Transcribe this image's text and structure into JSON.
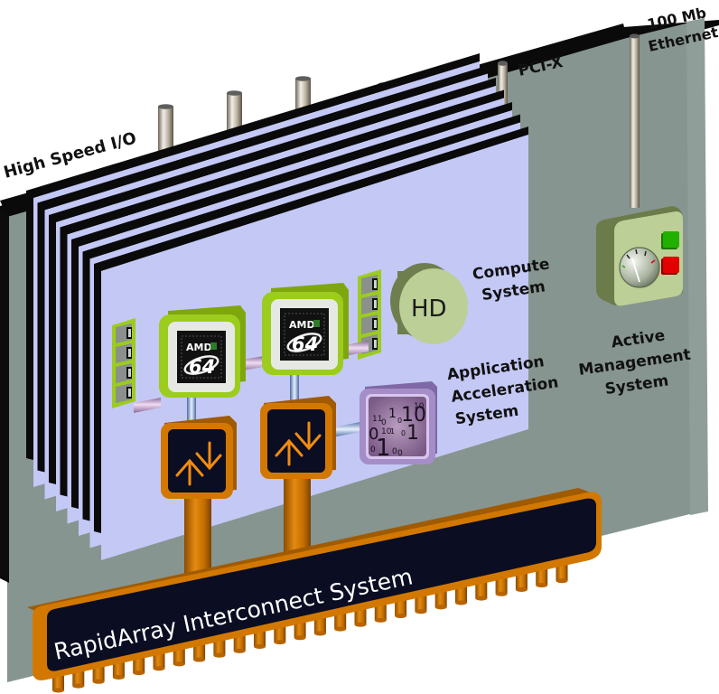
{
  "diagram": {
    "title": "Compute blade architecture",
    "labels": {
      "high_speed_io": "High Speed I/O",
      "pci_x": "PCI-X",
      "ethernet_line1": "100 Mb",
      "ethernet_line2": "Ethernet",
      "compute_line1": "Compute",
      "compute_line2": "System",
      "accel_line1": "Application",
      "accel_line2": "Acceleration",
      "accel_line3": "System",
      "mgmt_line1": "Active",
      "mgmt_line2": "Management",
      "mgmt_line3": "System",
      "interconnect": "RapidArray Interconnect System",
      "hd": "HD",
      "amd_brand": "AMD",
      "amd_64": "64"
    },
    "components": {
      "high_speed_io_ports": 3,
      "pci_x_ports": 4,
      "ethernet_ports": 1,
      "blade_layers": 7,
      "processors": 2,
      "memory_banks": 2,
      "memory_slots_per_bank": 4,
      "router_chips": 2,
      "interconnect_pins": 26
    },
    "binary_glyphs": [
      "11",
      "0",
      "1",
      "0",
      "10",
      "10",
      "0",
      "10",
      "1",
      "0",
      "1",
      "0",
      "1",
      "0",
      "0"
    ],
    "colors": {
      "chassis": "#86958f",
      "chassis_edge": "#0a0a0a",
      "blade": "#c4c8f5",
      "cpu_green": "#9ccc1e",
      "cpu_face": "#e6e8e4",
      "router_orange": "#d27800",
      "bus_dark": "#0b0d22",
      "fpga_purple": "#a58ec8",
      "hd_green": "#bccf96",
      "mgmt_green": "#bccf96",
      "status_green": "#22b000",
      "status_red": "#e20000",
      "link_pink": "#c8a0d2",
      "link_blue": "#8ab0e0"
    }
  }
}
